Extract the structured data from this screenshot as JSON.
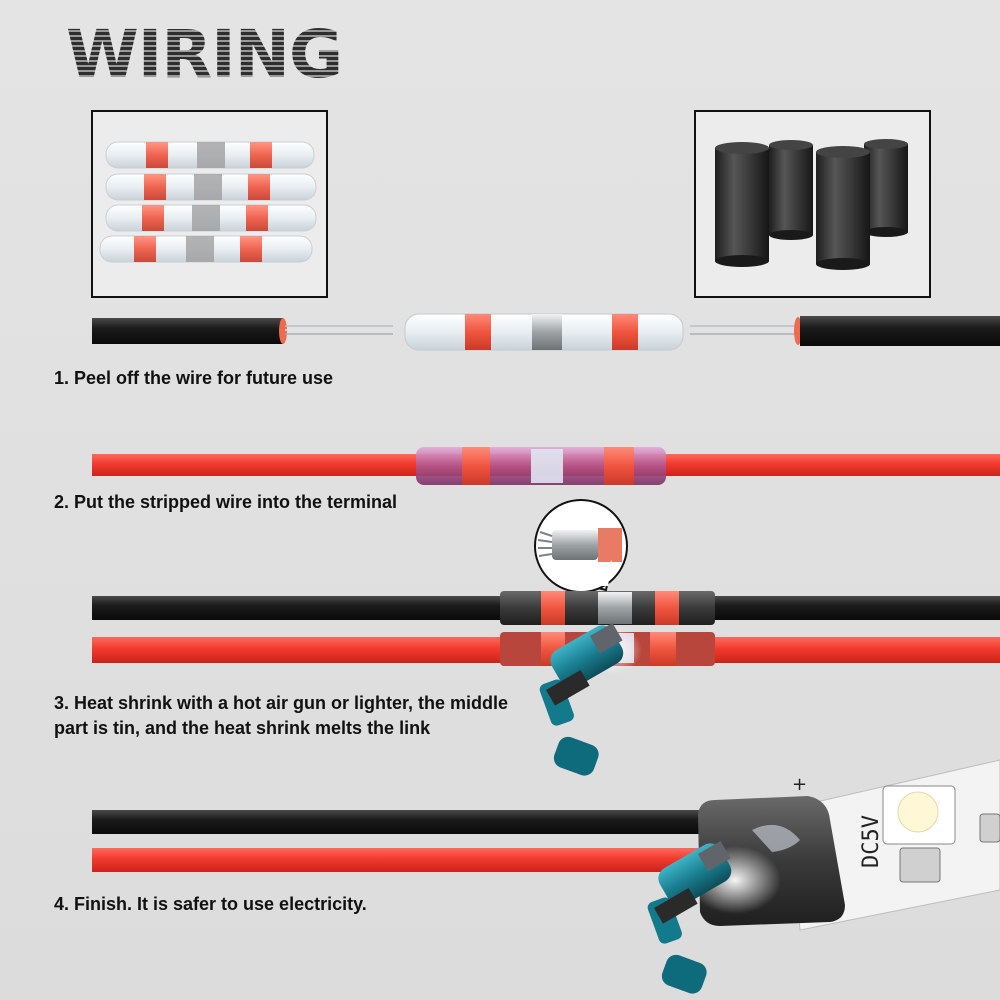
{
  "title": "WIRING",
  "steps": [
    "1. Peel off the wire for future use",
    "2. Put the stripped wire into the terminal",
    "3. Heat shrink with a hot air gun or lighter, the middle part is tin, and the heat shrink melts the link",
    "4. Finish. It is safer to use electricity."
  ],
  "strip_label": "DC5V",
  "colors": {
    "wire_red": "#f23a2e",
    "wire_black": "#1b1b1b",
    "solder_ring": "#f0553f",
    "tube": "#e8eef2",
    "heat_gun": "#1a7f92",
    "heat_shrink": "#2b2b2b"
  }
}
